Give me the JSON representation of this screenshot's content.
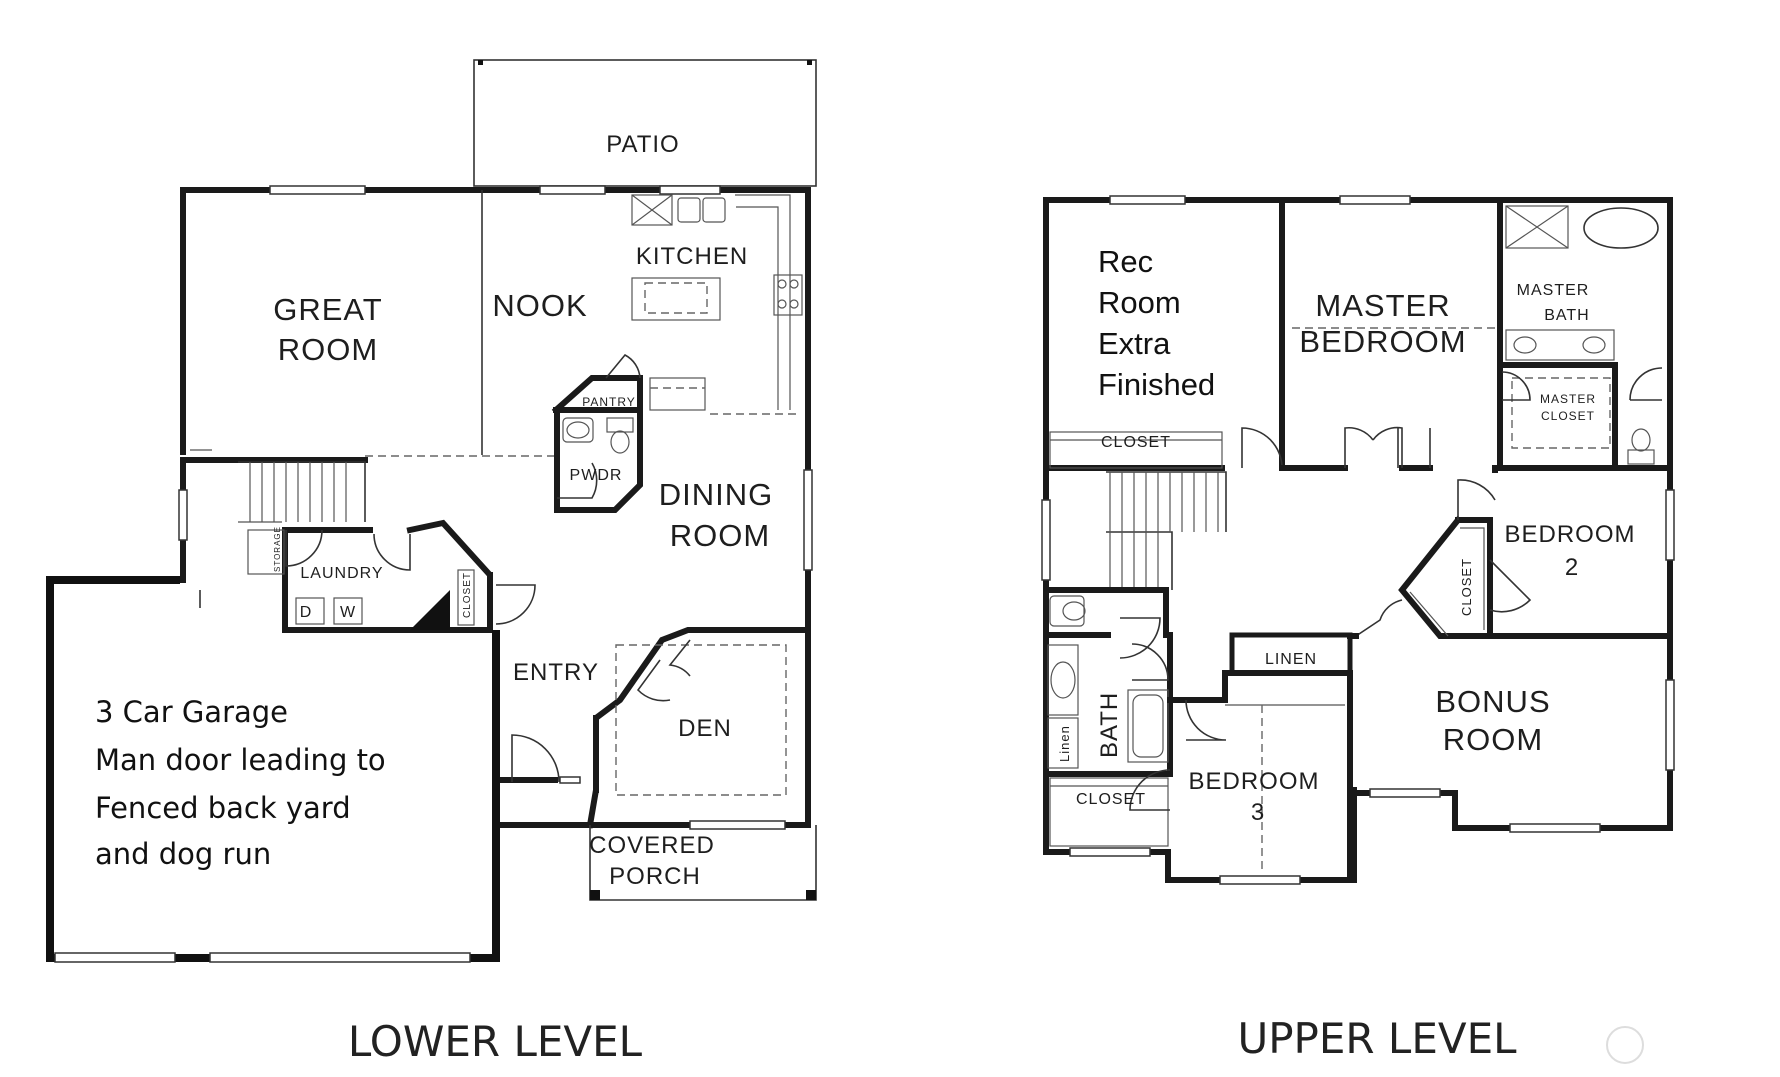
{
  "lower_level": {
    "title": "LOWER LEVEL",
    "rooms": {
      "patio": "PATIO",
      "great_room_1": "GREAT",
      "great_room_2": "ROOM",
      "nook": "NOOK",
      "kitchen": "KITCHEN",
      "pantry": "PANTRY",
      "pwdr": "PWDR",
      "dining_1": "DINING",
      "dining_2": "ROOM",
      "laundry": "LAUNDRY",
      "laundry_d": "D",
      "laundry_w": "W",
      "storage": "STORAGE",
      "closet": "CLOSET",
      "entry": "ENTRY",
      "den": "DEN",
      "porch_1": "COVERED",
      "porch_2": "PORCH"
    },
    "garage_note": [
      "3 Car Garage",
      "Man door leading to",
      "Fenced back yard",
      "and dog run"
    ]
  },
  "upper_level": {
    "title": "UPPER LEVEL",
    "rooms": {
      "rec_room": [
        "Rec",
        "Room",
        "Extra",
        "Finished"
      ],
      "rec_closet": "CLOSET",
      "master_1": "MASTER",
      "master_2": "BEDROOM",
      "master_bath_1": "MASTER",
      "master_bath_2": "BATH",
      "master_closet_1": "MASTER",
      "master_closet_2": "CLOSET",
      "bedroom2_1": "BEDROOM",
      "bedroom2_2": "2",
      "bedroom2_closet": "CLOSET",
      "linen_hall": "LINEN",
      "bath": "BATH",
      "bath_linen": "Linen",
      "bed3_closet": "CLOSET",
      "bedroom3_1": "BEDROOM",
      "bedroom3_2": "3",
      "bonus_1": "BONUS",
      "bonus_2": "ROOM"
    }
  }
}
